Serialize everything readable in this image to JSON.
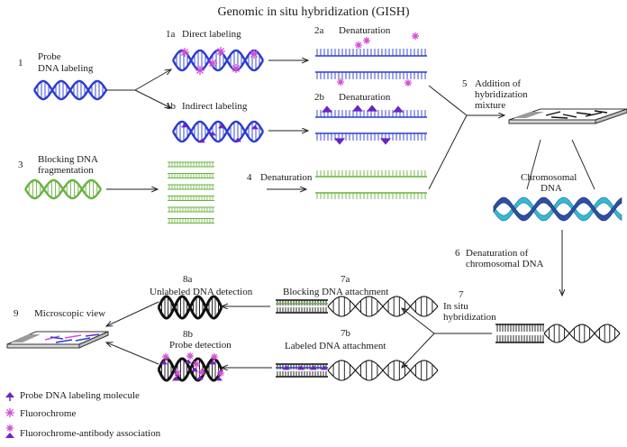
{
  "title": "Genomic in situ hybridization (GISH)",
  "colors": {
    "probe": "#2b3ccf",
    "blocking": "#6ab23e",
    "chromosomal_a": "#36b8d6",
    "chromosomal_b": "#2c4fa8",
    "label_molecule": "#6a23c7",
    "fluorochrome": "#d64fd6",
    "black_dna": "#111111"
  },
  "steps": {
    "s1": {
      "num": "1",
      "line1": "Probe",
      "line2": "DNA labeling"
    },
    "s1a": {
      "num": "1a",
      "text": "Direct labeling"
    },
    "s1b": {
      "num": "1b",
      "text": "Indirect labeling"
    },
    "s2a": {
      "num": "2a",
      "text": "Denaturation"
    },
    "s2b": {
      "num": "2b",
      "text": "Denaturation"
    },
    "s3": {
      "num": "3",
      "line1": "Blocking DNA",
      "line2": "fragmentation"
    },
    "s4": {
      "num": "4",
      "text": "Denaturation"
    },
    "s5": {
      "num": "5",
      "line1": "Addition of",
      "line2": "hybridization",
      "line3": "mixture"
    },
    "chromosomal": {
      "line1": "Chromosomal",
      "line2": "DNA"
    },
    "s6": {
      "num": "6",
      "line1": "Denaturation of",
      "line2": "chromosomal DNA"
    },
    "s7": {
      "num": "7",
      "line1": "In situ",
      "line2": "hybridization"
    },
    "s7a": {
      "num": "7a",
      "text": "Blocking DNA attachment"
    },
    "s7b": {
      "num": "7b",
      "text": "Labeled DNA attachment"
    },
    "s8a": {
      "num": "8a",
      "text": "Unlabeled DNA detection"
    },
    "s8b": {
      "num": "8b",
      "text": "Probe detection"
    },
    "s9": {
      "num": "9",
      "text": "Microscopic view"
    }
  },
  "legend": {
    "items": [
      {
        "icon": "probe-label-molecule-icon",
        "text": "Probe DNA labeling molecule"
      },
      {
        "icon": "fluorochrome-icon",
        "text": "Fluorochrome"
      },
      {
        "icon": "fluorochrome-antibody-icon",
        "text": "Fluorochrome-antibody association"
      }
    ]
  }
}
